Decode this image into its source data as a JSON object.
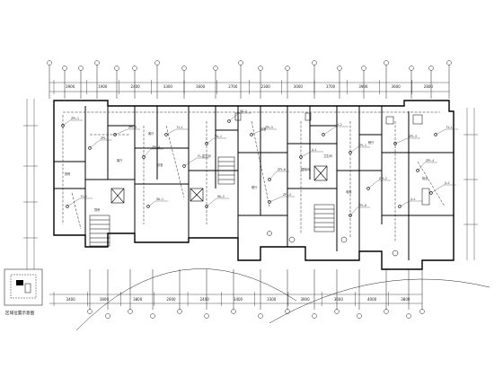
{
  "drawing": {
    "caption": "区域位置示意图",
    "colors": {
      "line": "#111111",
      "wall": "#000000",
      "pipe": "#333333"
    }
  },
  "dimensions_top": [
    "3900",
    "1900",
    "2400",
    "3300",
    "3600",
    "2700",
    "2300",
    "3000",
    "3700",
    "3900",
    "3600",
    "2800"
  ],
  "dimensions_bottom": [
    "3400",
    "3800",
    "3800",
    "2000",
    "2400",
    "3400",
    "3300",
    "3900",
    "3600",
    "4000",
    "3800"
  ],
  "room_labels": [
    "厨房",
    "客厅",
    "卧室",
    "卫生间",
    "餐厅",
    "楼梯间",
    "电梯",
    "阳台"
  ],
  "pipe_labels": [
    "ZPL-1",
    "ZPL-2",
    "ZPL-3",
    "ZPL-4",
    "FL-1",
    "FL-2",
    "WL-1",
    "WL-2",
    "ZPL-5",
    "ZPL-6",
    "JL-1",
    "JL-2"
  ]
}
